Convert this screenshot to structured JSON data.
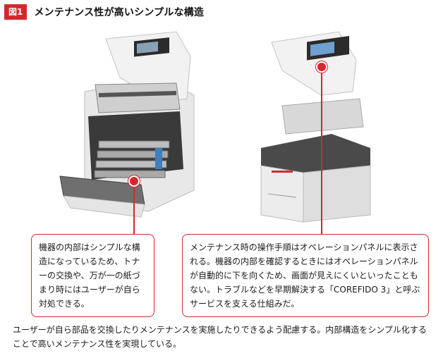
{
  "figure": {
    "label": "図1",
    "title": "メンテナンス性が高いシンプルな構造"
  },
  "callouts": {
    "left": "機器の内部はシンプルな構造になっているため、トナーの交換や、万が一の紙づまり時にはユーザーが自ら対処できる。",
    "right": "メンテナンス時の操作手順はオペレーションパネルに表示される。機器の内部を確認するときにはオペレーションパネルが自動的に下を向くため、画面が見えにくいといったこともない。トラブルなどを早期解決する「COREFIDO 3」と呼ぶサービスを支える仕組みだ。"
  },
  "caption": "ユーザーが自ら部品を交換したりメンテナンスを実施したりできるよう配慮する。内部構造をシンプル化することで高いメンテナンス性を実現している。",
  "colors": {
    "accent": "#d7262e"
  }
}
